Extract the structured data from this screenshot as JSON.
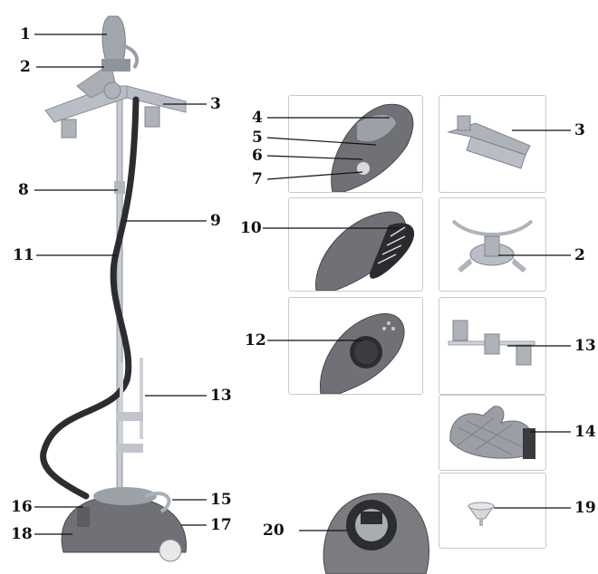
{
  "figure": {
    "main_unit_labels": [
      "1",
      "2",
      "3",
      "8",
      "9",
      "11",
      "13",
      "15",
      "16",
      "17",
      "18"
    ],
    "handle_detail_labels": [
      "4",
      "5",
      "6",
      "7"
    ],
    "brush_detail_label": "10",
    "pad_detail_label": "12",
    "tank_detail_label": "20",
    "accessory_labels": {
      "hanger": "3",
      "hanger_base": "2",
      "clip_rod": "13",
      "glove": "14",
      "funnel": "19"
    }
  },
  "colors": {
    "body": "#6f7176",
    "body_dark": "#45474b",
    "plastic": "#b9bec6",
    "hose": "#2c2d30",
    "line": "#111111",
    "panel_border": "#c9c9c9"
  }
}
